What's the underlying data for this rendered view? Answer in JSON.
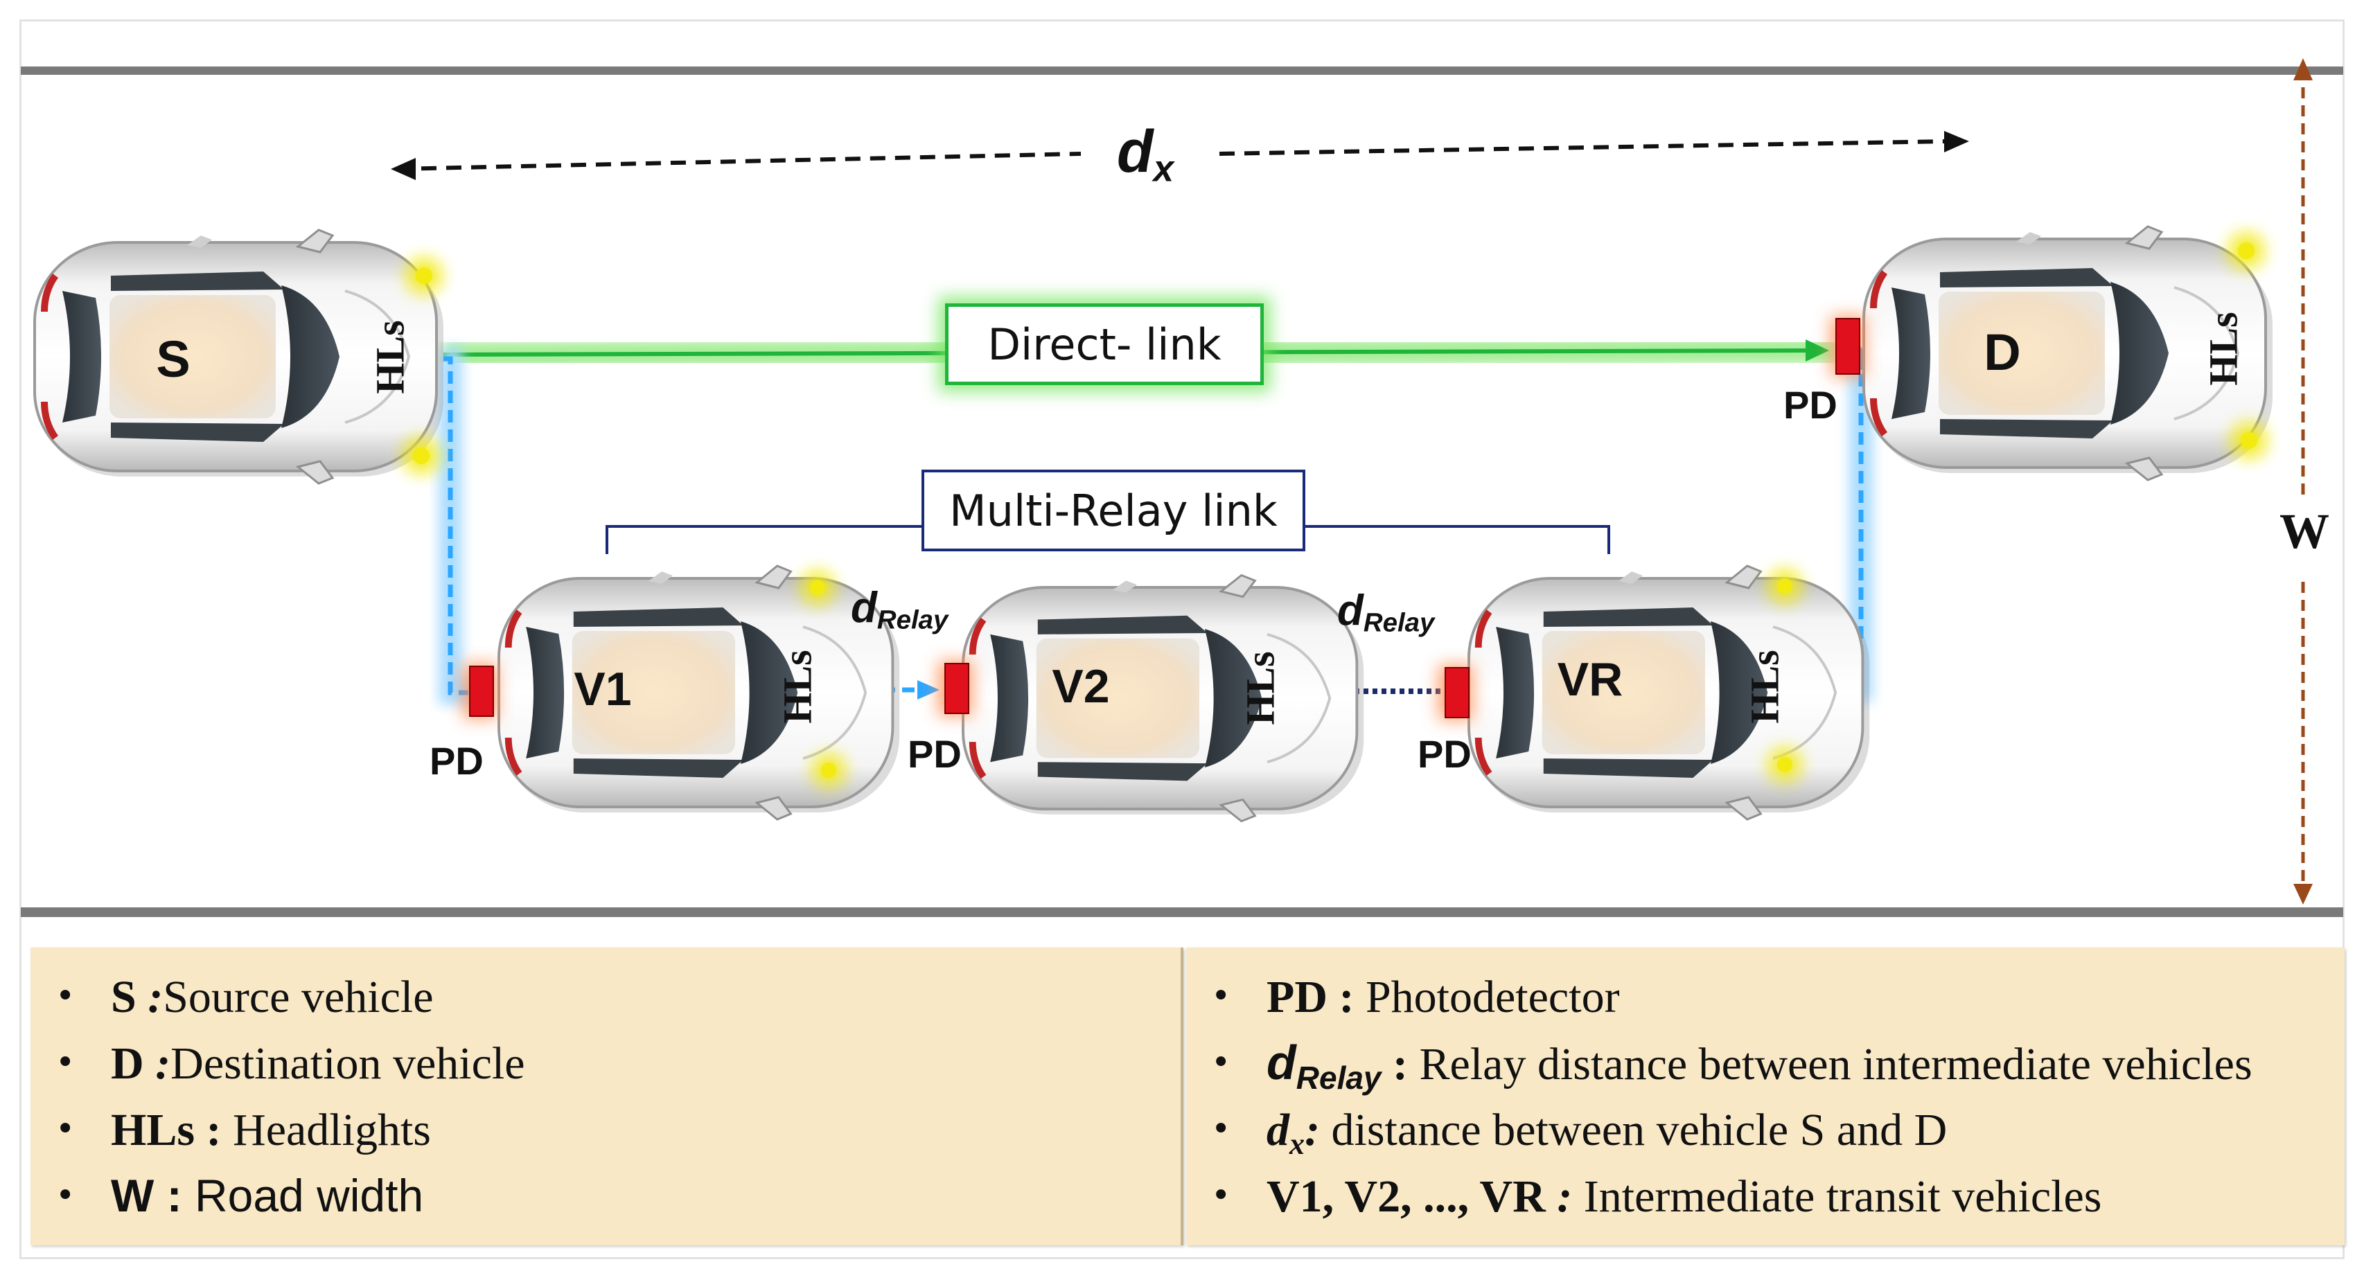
{
  "colors": {
    "road_edge": "#7a7a7a",
    "direct_link": "#1fb43a",
    "direct_glow": "#8ee87a",
    "relay_link": "#2da6ff",
    "relay_glow": "#a9dcff",
    "photodetector": "#e0101c",
    "headlight": "#f2ea10",
    "width_arrow": "#9a4a1a",
    "multi_relay_bracket": "#1a2a7a",
    "legend_bg": "#f8e8c6"
  },
  "diagram": {
    "distance_symbol": "d",
    "distance_sub": "x",
    "relay_symbol": "d",
    "relay_sub": "Relay",
    "width_label": "W",
    "direct_link_label": "Direct- link",
    "multi_relay_label": "Multi-Relay link",
    "pd_label": "PD",
    "headlights_label": "HLs",
    "vehicles": {
      "source": "S",
      "destination": "D",
      "v1": "V1",
      "v2": "V2",
      "vr": "VR"
    }
  },
  "legend": {
    "left": [
      {
        "key": "S",
        "sep": " :",
        "text": "Source vehicle"
      },
      {
        "key": "D",
        "sep": " :",
        "text": "Destination vehicle"
      },
      {
        "key": "HLs",
        "sep": " : ",
        "text": "Headlights"
      },
      {
        "key": "W",
        "sep": " : ",
        "text": "Road width"
      }
    ],
    "right": [
      {
        "key": "PD",
        "sep": " : ",
        "text": "Photodetector"
      },
      {
        "key": "d",
        "key_sub": "Relay",
        "sep": " : ",
        "text": "Relay distance between intermediate vehicles"
      },
      {
        "key": "d",
        "key_sub": "x",
        "sep": ": ",
        "text": "distance  between vehicle  S and D"
      },
      {
        "key": "V1, V2, ..., VR",
        "sep": " : ",
        "text": "Intermediate transit vehicles"
      }
    ]
  }
}
